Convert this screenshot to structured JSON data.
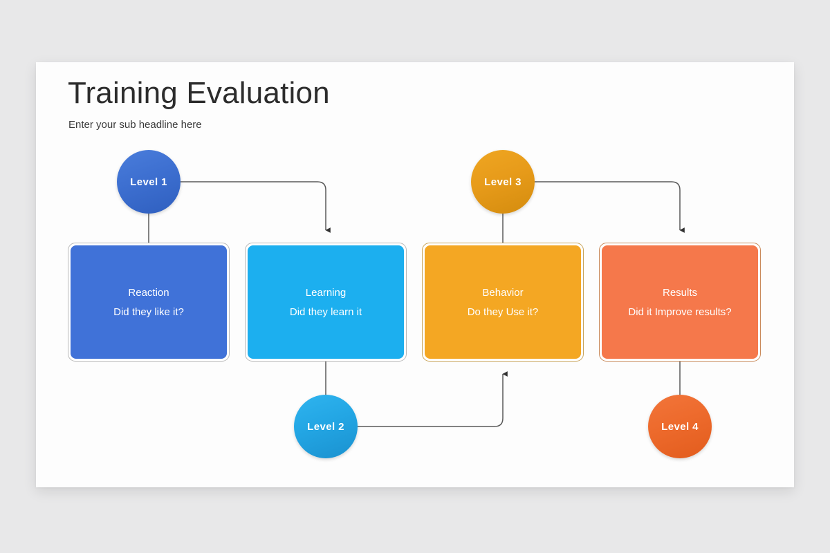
{
  "slide": {
    "title": "Training Evaluation",
    "subtitle": "Enter your sub headline here",
    "background_color": "#fdfdfd",
    "canvas_color": "#e8e8e9"
  },
  "diagram": {
    "type": "kirkpatrick-training-evaluation-model",
    "levels": [
      {
        "id": "level-1",
        "label": "Level 1",
        "color": "#3d6fd0",
        "position": "top"
      },
      {
        "id": "level-2",
        "label": "Level 2",
        "color": "#23a6e4",
        "position": "bottom"
      },
      {
        "id": "level-3",
        "label": "Level 3",
        "color": "#e79b1a",
        "position": "top"
      },
      {
        "id": "level-4",
        "label": "Level 4",
        "color": "#ed6a2c",
        "position": "bottom"
      }
    ],
    "stages": [
      {
        "id": "stage-reaction",
        "title": "Reaction",
        "subtitle": "Did they like it?",
        "fill_color": "#4072d8",
        "border_color": "#b9b9b9"
      },
      {
        "id": "stage-learning",
        "title": "Learning",
        "subtitle": "Did they learn it",
        "fill_color": "#1cafef",
        "border_color": "#b9b9b9"
      },
      {
        "id": "stage-behavior",
        "title": "Behavior",
        "subtitle": "Do they Use it?",
        "fill_color": "#f4a723",
        "border_color": "#c9a55b"
      },
      {
        "id": "stage-results",
        "title": "Results",
        "subtitle": "Did it Improve results?",
        "fill_color": "#f5784b",
        "border_color": "#c98a5b"
      }
    ],
    "connectors": [
      {
        "id": "connector-level1-to-reaction",
        "kind": "straight-vertical",
        "arrow": false
      },
      {
        "id": "connector-level1-to-learning",
        "kind": "elbow-right-down",
        "arrow": true,
        "arrow_direction": "down"
      },
      {
        "id": "connector-level2-to-learning",
        "kind": "straight-vertical",
        "arrow": false
      },
      {
        "id": "connector-level2-to-behavior",
        "kind": "elbow-right-up",
        "arrow": true,
        "arrow_direction": "up"
      },
      {
        "id": "connector-level3-to-behavior",
        "kind": "straight-vertical",
        "arrow": false
      },
      {
        "id": "connector-level3-to-results",
        "kind": "elbow-right-down",
        "arrow": true,
        "arrow_direction": "down"
      },
      {
        "id": "connector-level4-to-results",
        "kind": "straight-vertical",
        "arrow": false
      }
    ],
    "connector_color": "#5a5a5a"
  }
}
